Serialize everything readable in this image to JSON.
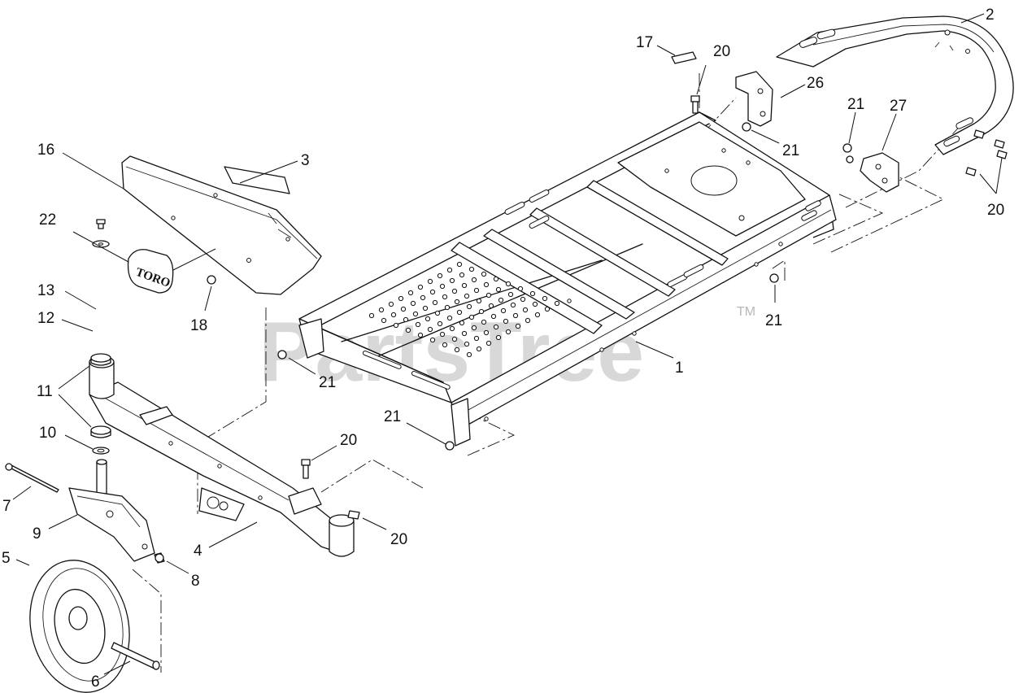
{
  "watermark": {
    "brand": "PartsTree",
    "trademark": "TM"
  },
  "logo": {
    "text": "TORO"
  },
  "callouts": [
    {
      "id": "c1",
      "label": "1"
    },
    {
      "id": "c2",
      "label": "2"
    },
    {
      "id": "c3",
      "label": "3"
    },
    {
      "id": "c4",
      "label": "4"
    },
    {
      "id": "c5",
      "label": "5"
    },
    {
      "id": "c6",
      "label": "6"
    },
    {
      "id": "c7",
      "label": "7"
    },
    {
      "id": "c8",
      "label": "8"
    },
    {
      "id": "c9",
      "label": "9"
    },
    {
      "id": "c10",
      "label": "10"
    },
    {
      "id": "c11",
      "label": "11"
    },
    {
      "id": "c12",
      "label": "12"
    },
    {
      "id": "c13",
      "label": "13"
    },
    {
      "id": "c16",
      "label": "16"
    },
    {
      "id": "c17",
      "label": "17"
    },
    {
      "id": "c18",
      "label": "18"
    },
    {
      "id": "c20a",
      "label": "20"
    },
    {
      "id": "c20b",
      "label": "20"
    },
    {
      "id": "c20c",
      "label": "20"
    },
    {
      "id": "c20d",
      "label": "20"
    },
    {
      "id": "c21a",
      "label": "21"
    },
    {
      "id": "c21b",
      "label": "21"
    },
    {
      "id": "c21c",
      "label": "21"
    },
    {
      "id": "c21d",
      "label": "21"
    },
    {
      "id": "c21e",
      "label": "21"
    },
    {
      "id": "c22",
      "label": "22"
    },
    {
      "id": "c26",
      "label": "26"
    },
    {
      "id": "c27",
      "label": "27"
    }
  ]
}
